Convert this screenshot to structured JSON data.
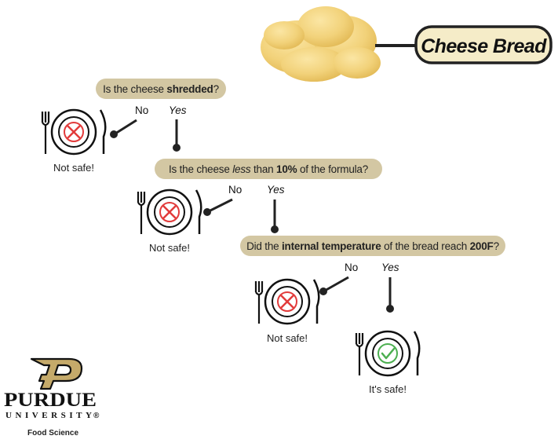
{
  "title": "Cheese Bread",
  "questions": {
    "q1": {
      "pre": "Is the cheese ",
      "bold": "shredded",
      "post": "?"
    },
    "q2": {
      "pre": "Is the cheese ",
      "italic": "less",
      "mid": " than ",
      "bold": "10%",
      "post": " of the formula?"
    },
    "q3": {
      "pre": "Did the ",
      "bold": "internal temperature",
      "mid": " of the bread reach ",
      "bold2": "200F",
      "post": "?"
    }
  },
  "branches": {
    "no": "No",
    "yes": "Yes"
  },
  "results": {
    "unsafe": "Not safe!",
    "safe": "It's safe!"
  },
  "logo": {
    "name": "PURDUE",
    "university": "UNIVERSITY",
    "trademark": "®",
    "department": "Food Science"
  },
  "colors": {
    "bubble": "#d3c7a3",
    "title_pill": "#f5ecc8",
    "line": "#222222",
    "x_mark": "#e23b3b",
    "check_mark": "#4caf50",
    "bread": "#f2d27a",
    "logo_gold": "#c5aa6a"
  },
  "icons": [
    "plate-unsafe-icon",
    "plate-safe-icon",
    "cheese-bread-icon",
    "purdue-p-logo"
  ]
}
